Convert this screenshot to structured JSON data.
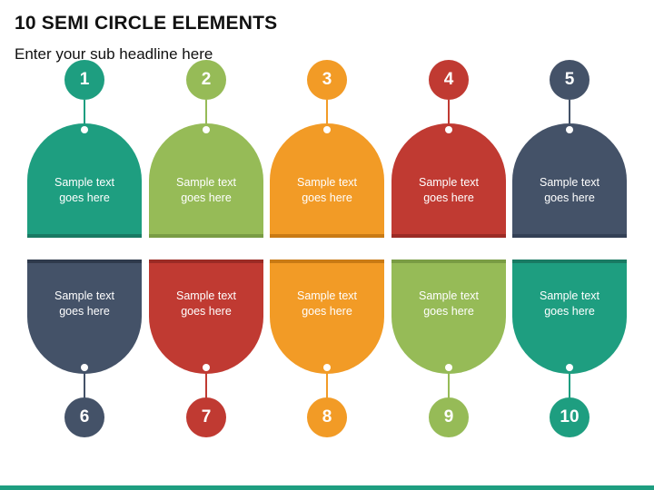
{
  "title": "10 SEMI CIRCLE ELEMENTS",
  "subtitle": "Enter your sub headline here",
  "top_elements": [
    {
      "number": "1",
      "text": "Sample text\ngoes here",
      "color": "#1e9e80",
      "band": "#197a63"
    },
    {
      "number": "2",
      "text": "Sample text\ngoes here",
      "color": "#96bb57",
      "band": "#799c44"
    },
    {
      "number": "3",
      "text": "Sample text\ngoes here",
      "color": "#f29b26",
      "band": "#c97a14"
    },
    {
      "number": "4",
      "text": "Sample text\ngoes here",
      "color": "#c03a32",
      "band": "#9b2b25"
    },
    {
      "number": "5",
      "text": "Sample text\ngoes here",
      "color": "#445268",
      "band": "#334055"
    }
  ],
  "bottom_elements": [
    {
      "number": "6",
      "text": "Sample text\ngoes here",
      "color": "#445268",
      "band": "#2f3a4c"
    },
    {
      "number": "7",
      "text": "Sample text\ngoes here",
      "color": "#c03a32",
      "band": "#9b2b25"
    },
    {
      "number": "8",
      "text": "Sample text\ngoes here",
      "color": "#f29b26",
      "band": "#c97a14"
    },
    {
      "number": "9",
      "text": "Sample text\ngoes here",
      "color": "#96bb57",
      "band": "#799c44"
    },
    {
      "number": "10",
      "text": "Sample text\ngoes here",
      "color": "#1e9e80",
      "band": "#197a63"
    }
  ]
}
